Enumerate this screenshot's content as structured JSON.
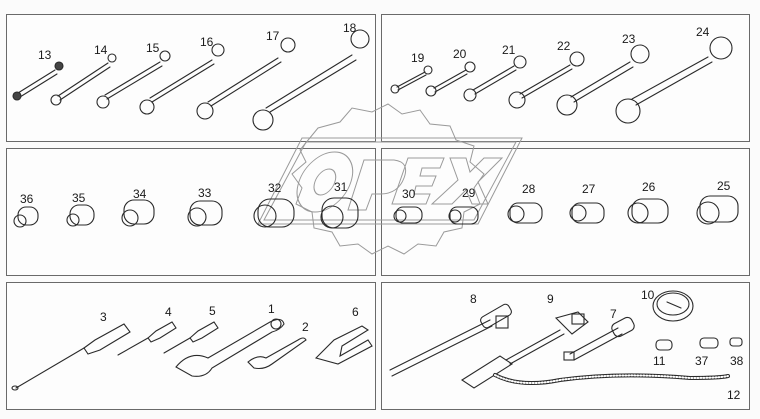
{
  "diagram": {
    "type": "tool-kit-parts-diagram",
    "watermark": "OPEX",
    "colors": {
      "line": "#2a2a2a",
      "border": "#6a6a6a",
      "watermark": "#9a9a9a",
      "background": "#fbfbfb"
    },
    "panels": [
      {
        "id": "ring-wrenches",
        "items": [
          {
            "num": "13",
            "name": "offset ring wrench"
          },
          {
            "num": "14",
            "name": "offset ring wrench"
          },
          {
            "num": "15",
            "name": "offset ring wrench"
          },
          {
            "num": "16",
            "name": "offset ring wrench"
          },
          {
            "num": "17",
            "name": "offset ring wrench"
          },
          {
            "num": "18",
            "name": "offset ring wrench"
          }
        ]
      },
      {
        "id": "open-end-wrenches",
        "items": [
          {
            "num": "19",
            "name": "open-end wrench"
          },
          {
            "num": "20",
            "name": "open-end wrench"
          },
          {
            "num": "21",
            "name": "open-end wrench"
          },
          {
            "num": "22",
            "name": "open-end wrench"
          },
          {
            "num": "23",
            "name": "open-end wrench"
          },
          {
            "num": "24",
            "name": "open-end wrench"
          }
        ]
      },
      {
        "id": "sockets-left",
        "items": [
          {
            "num": "36"
          },
          {
            "num": "35"
          },
          {
            "num": "34"
          },
          {
            "num": "33"
          },
          {
            "num": "32"
          },
          {
            "num": "31"
          }
        ]
      },
      {
        "id": "sockets-right",
        "items": [
          {
            "num": "30"
          },
          {
            "num": "29"
          },
          {
            "num": "28"
          },
          {
            "num": "27"
          },
          {
            "num": "26"
          },
          {
            "num": "25"
          }
        ]
      },
      {
        "id": "hand-tools",
        "items": [
          {
            "num": "3",
            "name": "screwdriver"
          },
          {
            "num": "4",
            "name": "screwdriver"
          },
          {
            "num": "5",
            "name": "screwdriver"
          },
          {
            "num": "1",
            "name": "adjustable wrench"
          },
          {
            "num": "2",
            "name": "adjustable wrench"
          },
          {
            "num": "6",
            "name": "pliers"
          }
        ]
      },
      {
        "id": "special-tools",
        "items": [
          {
            "num": "8",
            "name": "T-handle"
          },
          {
            "num": "9",
            "name": "ratchet handle"
          },
          {
            "num": "7",
            "name": "extension bar"
          },
          {
            "num": "10",
            "name": "pressure gauge"
          },
          {
            "num": "11",
            "name": "adapter"
          },
          {
            "num": "37",
            "name": "adapter"
          },
          {
            "num": "38",
            "name": "adapter"
          },
          {
            "num": "12",
            "name": "flexible hose"
          }
        ]
      }
    ]
  }
}
